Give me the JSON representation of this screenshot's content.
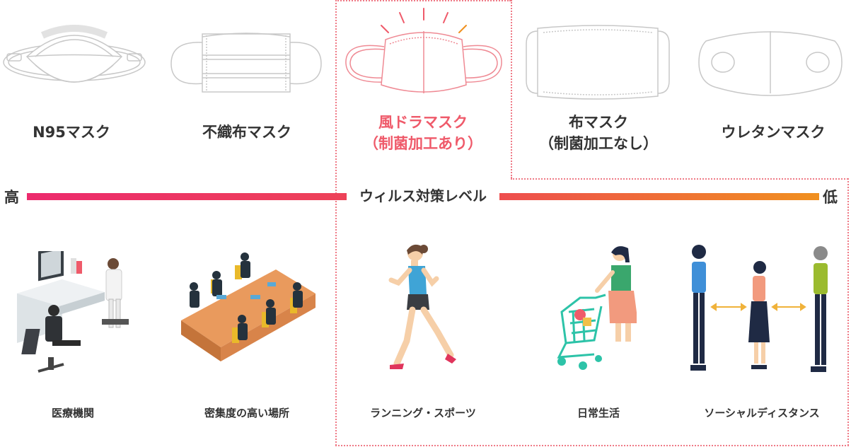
{
  "colors": {
    "accent": "#ef5a6a",
    "gradient_start": "#ec2a6d",
    "gradient_end": "#f0901f",
    "outline": "#c8c8c8",
    "dotted": "#ef7a86"
  },
  "masks": [
    {
      "line1": "N95マスク",
      "line2": "",
      "icon": "n95-mask-icon",
      "highlight": false
    },
    {
      "line1": "不織布マスク",
      "line2": "",
      "icon": "nonwoven-mask-icon",
      "highlight": false
    },
    {
      "line1": "風ドラマスク",
      "line2": "（制菌加工あり）",
      "icon": "kazedora-mask-icon",
      "highlight": true
    },
    {
      "line1": "布マスク",
      "line2": "（制菌加工なし）",
      "icon": "cloth-mask-icon",
      "highlight": false
    },
    {
      "line1": "ウレタンマスク",
      "line2": "",
      "icon": "urethane-mask-icon",
      "highlight": false
    }
  ],
  "scale": {
    "high": "高",
    "low": "低",
    "title": "ウィルス対策レベル"
  },
  "scenes": [
    {
      "label": "医療機関",
      "icon": "medical-clinic-illustration"
    },
    {
      "label": "密集度の高い場所",
      "icon": "crowded-meeting-illustration"
    },
    {
      "label": "ランニング・スポーツ",
      "icon": "running-woman-illustration"
    },
    {
      "label": "日常生活",
      "icon": "shopping-cart-illustration"
    },
    {
      "label": "ソーシャルディスタンス",
      "icon": "social-distance-illustration"
    }
  ]
}
